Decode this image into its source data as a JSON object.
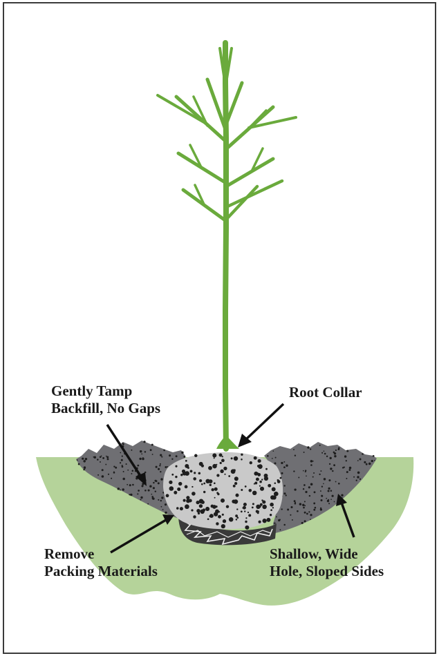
{
  "labels": {
    "tamp": {
      "line1": "Gently Tamp",
      "line2": "Backfill, No Gaps"
    },
    "root_collar": {
      "line1": "Root Collar"
    },
    "packing": {
      "line1": "Remove",
      "line2": "Packing Materials"
    },
    "hole": {
      "line1": "Shallow, Wide",
      "line2": "Hole, Sloped Sides"
    }
  },
  "colors": {
    "seedling": "#6aaa3c",
    "ground": "#b5d39a",
    "backfill": "#6f6f73",
    "root_ball": "#c9c9c9",
    "dots": "#1e1e1e",
    "arrow": "#111111"
  }
}
